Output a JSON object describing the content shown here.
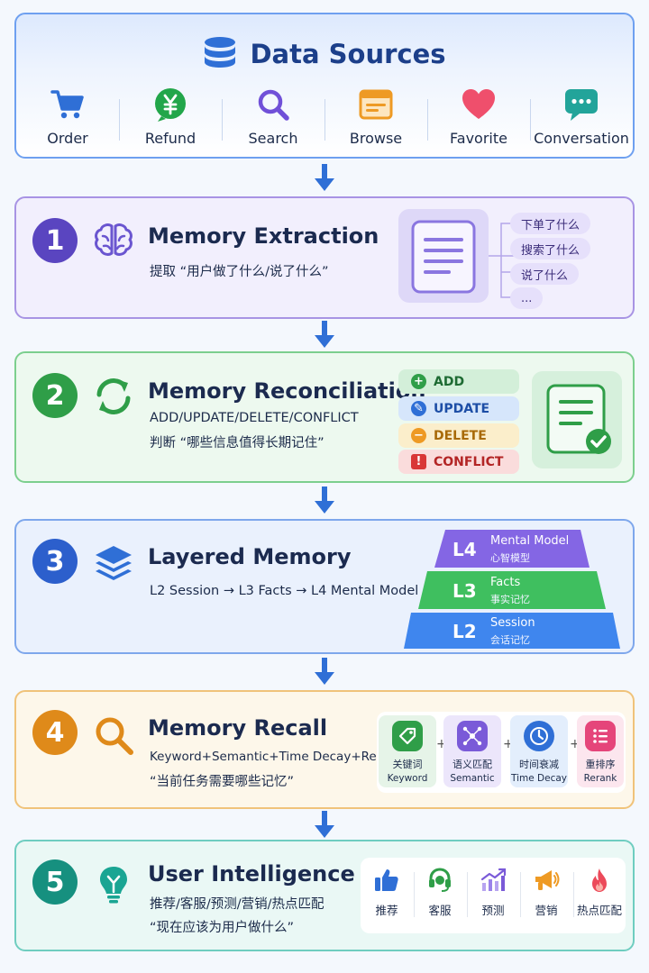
{
  "data_sources": {
    "title": "Data Sources",
    "items": [
      {
        "label": "Order",
        "icon": "cart-icon"
      },
      {
        "label": "Refund",
        "icon": "yen-refund-icon"
      },
      {
        "label": "Search",
        "icon": "magnifier-icon"
      },
      {
        "label": "Browse",
        "icon": "browser-window-icon"
      },
      {
        "label": "Favorite",
        "icon": "heart-icon"
      },
      {
        "label": "Conversation",
        "icon": "chat-bubble-icon"
      }
    ]
  },
  "steps": [
    {
      "number": "1",
      "title": "Memory Extraction",
      "subtitle": "提取 “用户做了什么/说了什么”",
      "icon": "brain-icon",
      "tags": [
        "下单了什么",
        "搜索了什么",
        "说了什么",
        "..."
      ]
    },
    {
      "number": "2",
      "title": "Memory Reconciliation",
      "subtitle": "ADD/UPDATE/DELETE/CONFLICT",
      "subtitle2": "判断 “哪些信息值得长期记住”",
      "icon": "sync-arrows-icon",
      "ops": [
        {
          "label": "ADD",
          "symbol": "+"
        },
        {
          "label": "UPDATE",
          "symbol": "✎"
        },
        {
          "label": "DELETE",
          "symbol": "−"
        },
        {
          "label": "CONFLICT",
          "symbol": "!"
        }
      ]
    },
    {
      "number": "3",
      "title": "Layered Memory",
      "subtitle": "L2 Session → L3 Facts → L4 Mental Model",
      "icon": "stacked-layers-icon",
      "layers": [
        {
          "code": "L4",
          "en": "Mental Model",
          "zh": "心智模型"
        },
        {
          "code": "L3",
          "en": "Facts",
          "zh": "事实记忆"
        },
        {
          "code": "L2",
          "en": "Session",
          "zh": "会话记忆"
        }
      ]
    },
    {
      "number": "4",
      "title": "Memory Recall",
      "subtitle": "Keyword+Semantic+Time Decay+Rerank",
      "subtitle2": "“当前任务需要哪些记忆”",
      "icon": "magnifier-icon",
      "methods": [
        {
          "zh": "关键词",
          "en": "Keyword"
        },
        {
          "zh": "语义匹配",
          "en": "Semantic"
        },
        {
          "zh": "时间衰减",
          "en": "Time Decay"
        },
        {
          "zh": "重排序",
          "en": "Rerank"
        }
      ],
      "plus": "+"
    },
    {
      "number": "5",
      "title": "User Intelligence",
      "subtitle": "推荐/客服/预测/营销/热点匹配",
      "subtitle2": "“现在应该为用户做什么”",
      "icon": "lightbulb-icon",
      "apps": [
        "推荐",
        "客服",
        "预测",
        "营销",
        "热点匹配"
      ]
    }
  ],
  "colors": {
    "step1": "#5a45c0",
    "step2": "#2f9e48",
    "step3": "#2c5fcc",
    "step4": "#df8a1a",
    "step5": "#16907f",
    "arrow": "#2f6fd6"
  }
}
